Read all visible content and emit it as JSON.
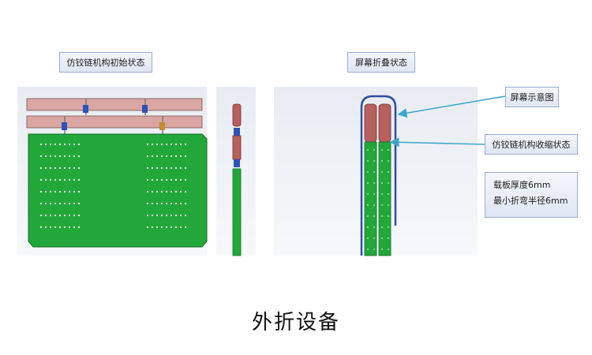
{
  "labels": {
    "initial_state": "仿铰链机构初始状态",
    "folded_state": "屏幕折叠状态",
    "screen_diagram": "屏幕示意图",
    "hinge_retracted": "仿铰链机构收缩状态"
  },
  "notes": {
    "line1": "载板厚度6mm",
    "line2": "最小折弯半径6mm"
  },
  "title": "外折设备",
  "colors": {
    "board_green": "#22a83a",
    "bar_pink": "#d9a6a4",
    "block_red": "#b8605e",
    "frame_blue": "#2f4fa0",
    "arrow_teal": "#3aa6c8"
  }
}
